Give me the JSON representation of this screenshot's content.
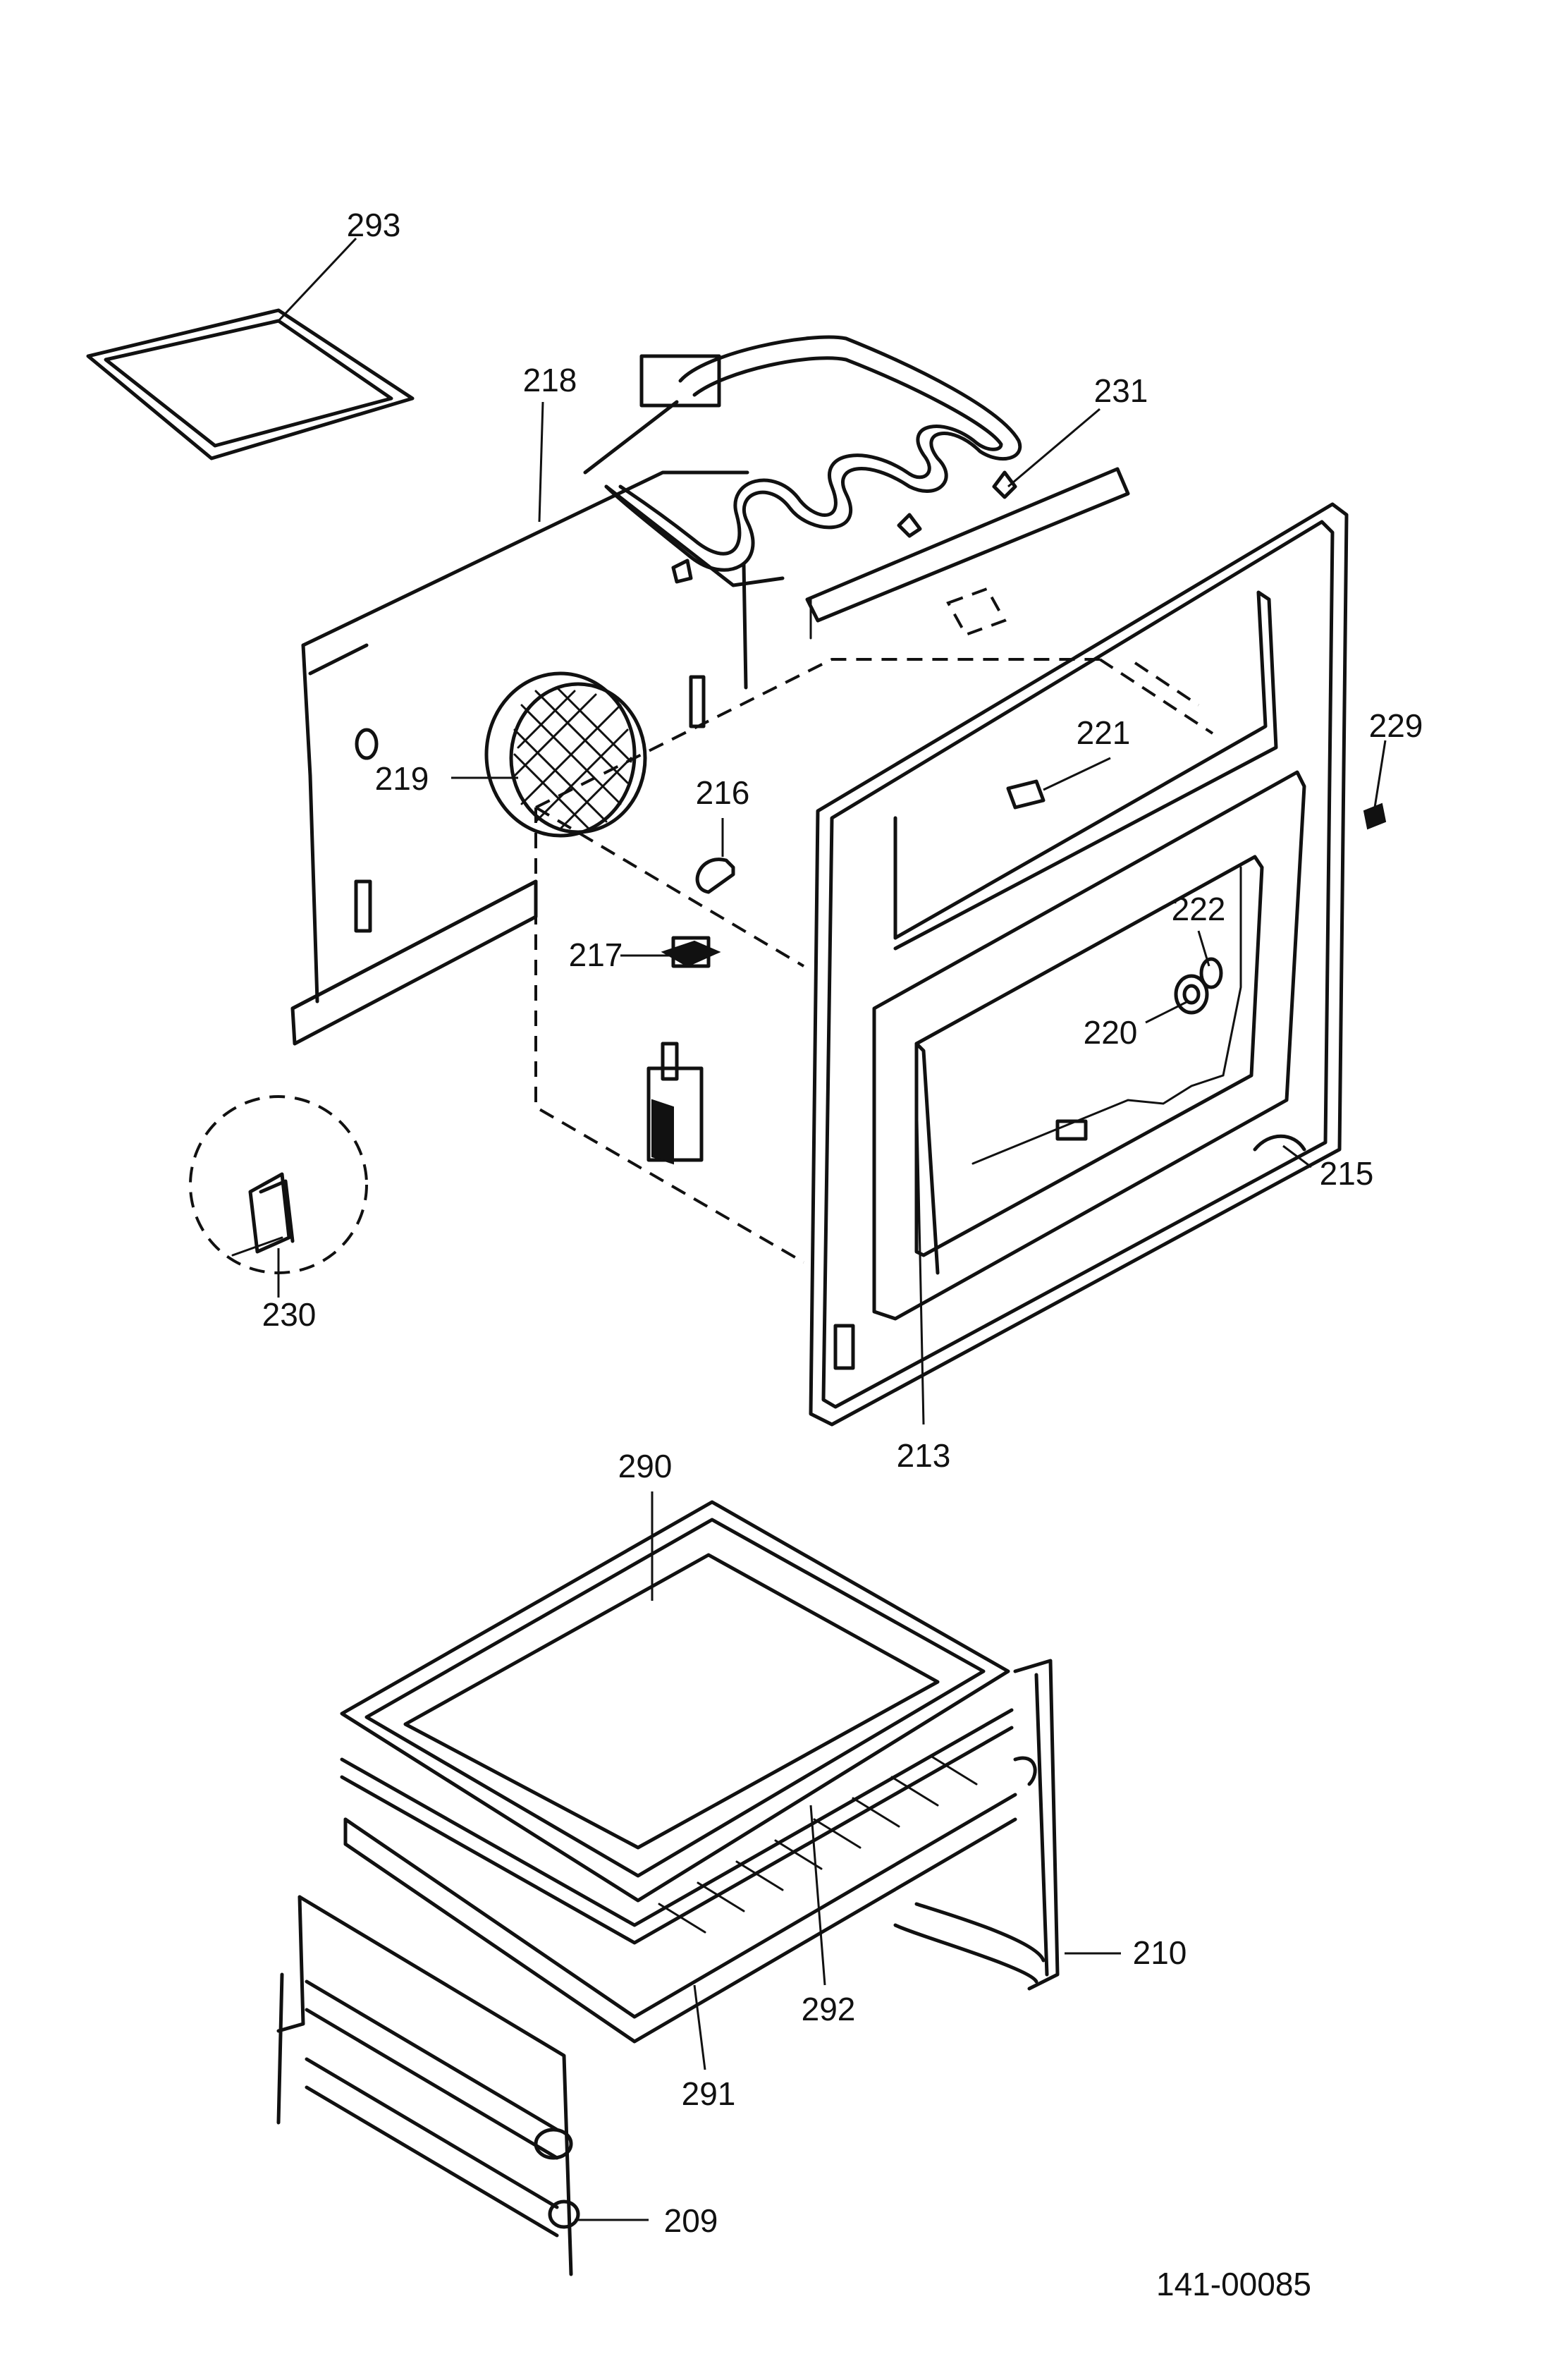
{
  "labels": {
    "p293": "293",
    "p218": "218",
    "p231": "231",
    "p229": "229",
    "p221": "221",
    "p219": "219",
    "p216": "216",
    "p217": "217",
    "p222": "222",
    "p220": "220",
    "p215": "215",
    "p230": "230",
    "p213": "213",
    "p290": "290",
    "p210": "210",
    "p292": "292",
    "p291": "291",
    "p209": "209"
  },
  "doc_number": "141-00085"
}
